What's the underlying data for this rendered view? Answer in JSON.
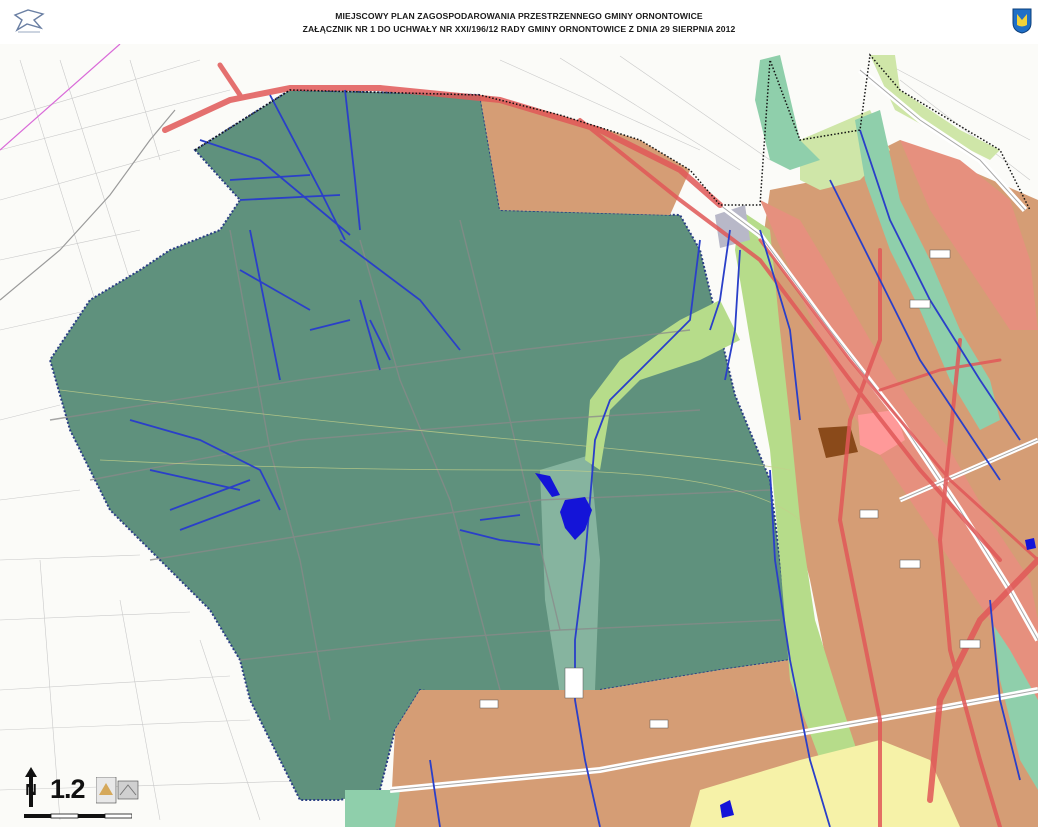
{
  "header": {
    "title_line1": "MIEJSCOWY PLAN ZAGOSPODAROWANIA PRZESTRZENNEGO GMINY ORNONTOWICE",
    "title_line2": "ZAŁĄCZNIK NR 1 DO UCHWAŁY NR XXI/196/12 RADY GMINY ORNONTOWICE Z DNIA 29 SIERPNIA 2012"
  },
  "map": {
    "colors": {
      "forest": "#5f917d",
      "forest_light": "#86b49f",
      "mint": "#8fcfab",
      "meadow": "#b6dc8a",
      "meadow_light": "#cfe6a8",
      "agricultural": "#d59d75",
      "residential": "#e6907e",
      "pink_zone": "#f0a0a8",
      "service": "#ff9999",
      "yellow_zone": "#f6f2a8",
      "water": "#1414d8",
      "river": "#2a3fc9",
      "power_line": "#e15858",
      "road": "#c8c8c8",
      "boundary": "#111111"
    }
  },
  "overlay": {
    "scale_value": "1.2",
    "north_icon": "north-arrow-icon"
  }
}
